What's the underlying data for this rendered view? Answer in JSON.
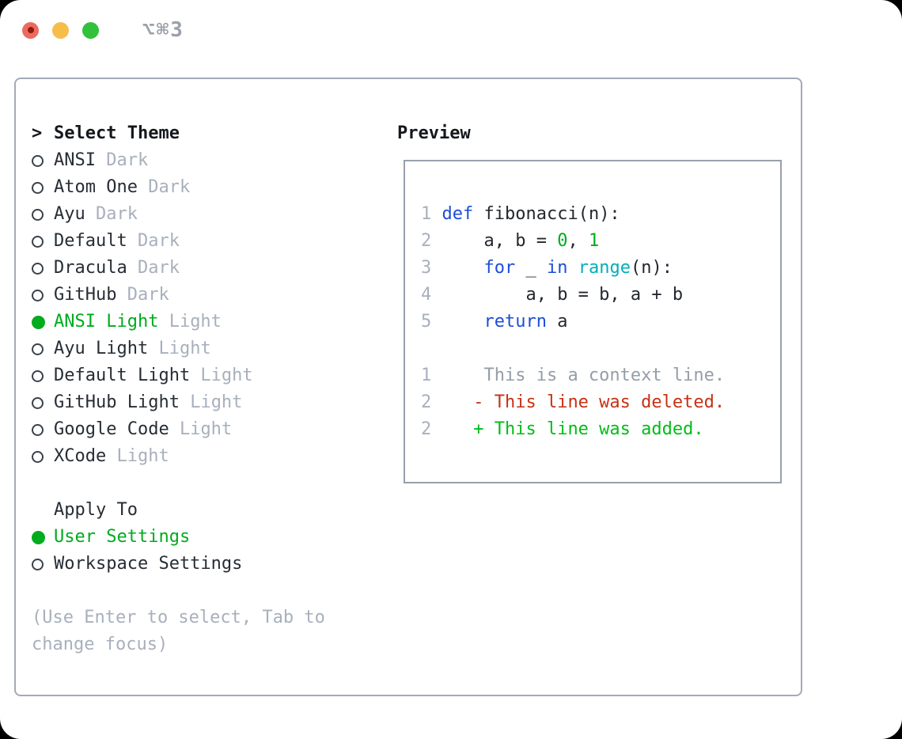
{
  "window": {
    "title_shortcut": "⌥⌘3"
  },
  "theme_panel": {
    "header_prefix": ">",
    "header": "Select Theme",
    "themes": [
      {
        "name": "ANSI",
        "variant": "Dark",
        "selected": false
      },
      {
        "name": "Atom One",
        "variant": "Dark",
        "selected": false
      },
      {
        "name": "Ayu",
        "variant": "Dark",
        "selected": false
      },
      {
        "name": "Default",
        "variant": "Dark",
        "selected": false
      },
      {
        "name": "Dracula",
        "variant": "Dark",
        "selected": false
      },
      {
        "name": "GitHub",
        "variant": "Dark",
        "selected": false
      },
      {
        "name": "ANSI Light",
        "variant": "Light",
        "selected": true
      },
      {
        "name": "Ayu Light",
        "variant": "Light",
        "selected": false
      },
      {
        "name": "Default Light",
        "variant": "Light",
        "selected": false
      },
      {
        "name": "GitHub Light",
        "variant": "Light",
        "selected": false
      },
      {
        "name": "Google Code",
        "variant": "Light",
        "selected": false
      },
      {
        "name": "XCode",
        "variant": "Light",
        "selected": false
      }
    ],
    "apply_to": {
      "header": "Apply To",
      "options": [
        {
          "label": "User Settings",
          "selected": true
        },
        {
          "label": "Workspace Settings",
          "selected": false
        }
      ]
    },
    "help_lines": [
      "(Use Enter to select, Tab to",
      "change focus)"
    ]
  },
  "preview_panel": {
    "header": "Preview",
    "code_lines": [
      {
        "num": "1",
        "segments": [
          {
            "t": "def",
            "c": "kw"
          },
          {
            "t": " fibonacci(n):",
            "c": "plain"
          }
        ]
      },
      {
        "num": "2",
        "segments": [
          {
            "t": "    a, b = ",
            "c": "plain"
          },
          {
            "t": "0",
            "c": "num"
          },
          {
            "t": ", ",
            "c": "plain"
          },
          {
            "t": "1",
            "c": "num"
          }
        ]
      },
      {
        "num": "3",
        "segments": [
          {
            "t": "    ",
            "c": "plain"
          },
          {
            "t": "for",
            "c": "kw"
          },
          {
            "t": " _ ",
            "c": "plain"
          },
          {
            "t": "in",
            "c": "kw"
          },
          {
            "t": " ",
            "c": "plain"
          },
          {
            "t": "range",
            "c": "fn"
          },
          {
            "t": "(n):",
            "c": "plain"
          }
        ]
      },
      {
        "num": "4",
        "segments": [
          {
            "t": "        a, b = b, a + b",
            "c": "plain"
          }
        ]
      },
      {
        "num": "5",
        "segments": [
          {
            "t": "    ",
            "c": "plain"
          },
          {
            "t": "return",
            "c": "kw"
          },
          {
            "t": " a",
            "c": "plain"
          }
        ]
      }
    ],
    "diff_lines": [
      {
        "num": "1",
        "text": "    This is a context line.",
        "type": "context"
      },
      {
        "num": "2",
        "text": "   - This line was deleted.",
        "type": "deleted"
      },
      {
        "num": "2",
        "text": "   + This line was added.",
        "type": "added"
      }
    ]
  },
  "colors": {
    "accent_green": "#00ab1d",
    "diff_green": "#00bd17",
    "diff_red": "#c53215",
    "kw_blue": "#1b4ed9",
    "fn_cyan": "#00aebb",
    "muted_gray": "#a8b0bd"
  }
}
